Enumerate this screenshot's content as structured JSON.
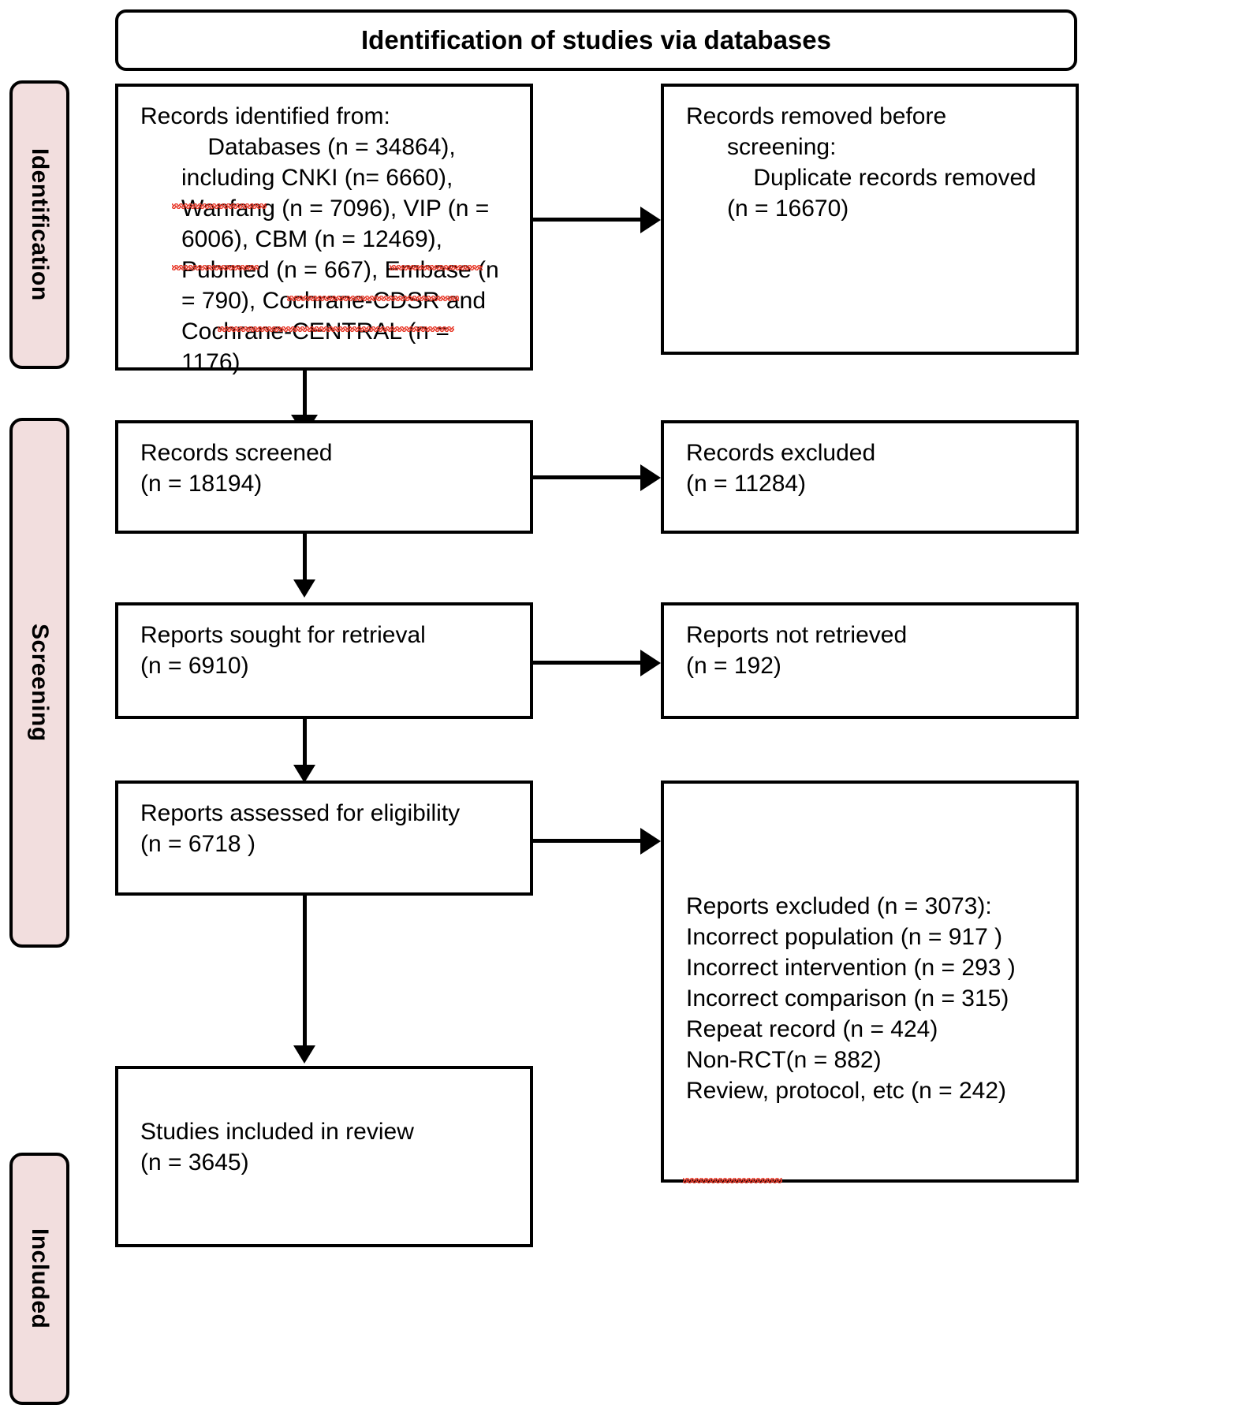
{
  "title": {
    "text": "Identification of studies via databases"
  },
  "phases": [
    {
      "label": "Identification"
    },
    {
      "label": "Screening"
    },
    {
      "label": "Included"
    }
  ],
  "boxes": {
    "identified": {
      "name": "records-identified",
      "lines": [
        "Records identified from:",
        "    Databases (n = 34864), including CNKI (n= 6660), Wanfang (n = 7096), VIP (n = 6006), CBM (n = 12469), Pubmed (n = 667), Embase (n = 790), Cochrane-CDSR and Cochrane-CENTRAL (n = 1176)"
      ],
      "text": "Records identified from:\n    Databases (n = 34864), including CNKI (n= 6660), Wanfang (n = 7096), VIP (n = 6006), CBM (n = 12469), Pubmed (n = 667), Embase (n = 790), Cochrane-CDSR and Cochrane-CENTRAL (n = 1176)",
      "counts": {
        "databases_total": 34864,
        "CNKI": 6660,
        "Wanfang": 7096,
        "VIP": 6006,
        "CBM": 12469,
        "Pubmed": 667,
        "Embase": 790,
        "Cochrane_CDSR_and_CENTRAL": 1176
      }
    },
    "removed_before_screening": {
      "name": "records-removed-before-screening",
      "text": "Records removed before screening:\n    Duplicate records removed (n = 16670)",
      "counts": {
        "duplicates_removed": 16670
      }
    },
    "screened": {
      "name": "records-screened",
      "text": "Records screened\n(n = 18194)",
      "counts": {
        "n": 18194
      }
    },
    "records_excluded": {
      "name": "records-excluded",
      "text": "Records excluded\n(n = 11284)",
      "counts": {
        "n": 11284
      }
    },
    "sought": {
      "name": "reports-sought-for-retrieval",
      "text": "Reports sought for retrieval\n(n = 6910)",
      "counts": {
        "n": 6910
      }
    },
    "not_retrieved": {
      "name": "reports-not-retrieved",
      "text": "Reports not retrieved\n(n = 192)",
      "counts": {
        "n": 192
      }
    },
    "assessed": {
      "name": "reports-assessed-for-eligibility",
      "text": "Reports assessed for eligibility\n(n = 6718 )",
      "counts": {
        "n": 6718
      }
    },
    "reports_excluded": {
      "name": "reports-excluded-reasons",
      "text": "Reports excluded (n = 3073):\nIncorrect population (n = 917 )\nIncorrect intervention (n = 293 )\nIncorrect comparison (n = 315)\nRepeat record (n = 424)\nNon-RCT(n = 882)\nReview, protocol, etc (n = 242)",
      "counts": {
        "total": 3073,
        "incorrect_population": 917,
        "incorrect_intervention": 293,
        "incorrect_comparison": 315,
        "repeat_record": 424,
        "non_rct": 882,
        "review_protocol_etc": 242
      }
    },
    "included": {
      "name": "studies-included-in-review",
      "text": "Studies included in review\n(n = 3645)",
      "counts": {
        "n": 3645
      }
    }
  },
  "colors": {
    "phase_bar_fill": "#f2dede",
    "stroke": "#000000",
    "spellcheck_underline": "#e8392a",
    "page_background": "#ffffff"
  }
}
